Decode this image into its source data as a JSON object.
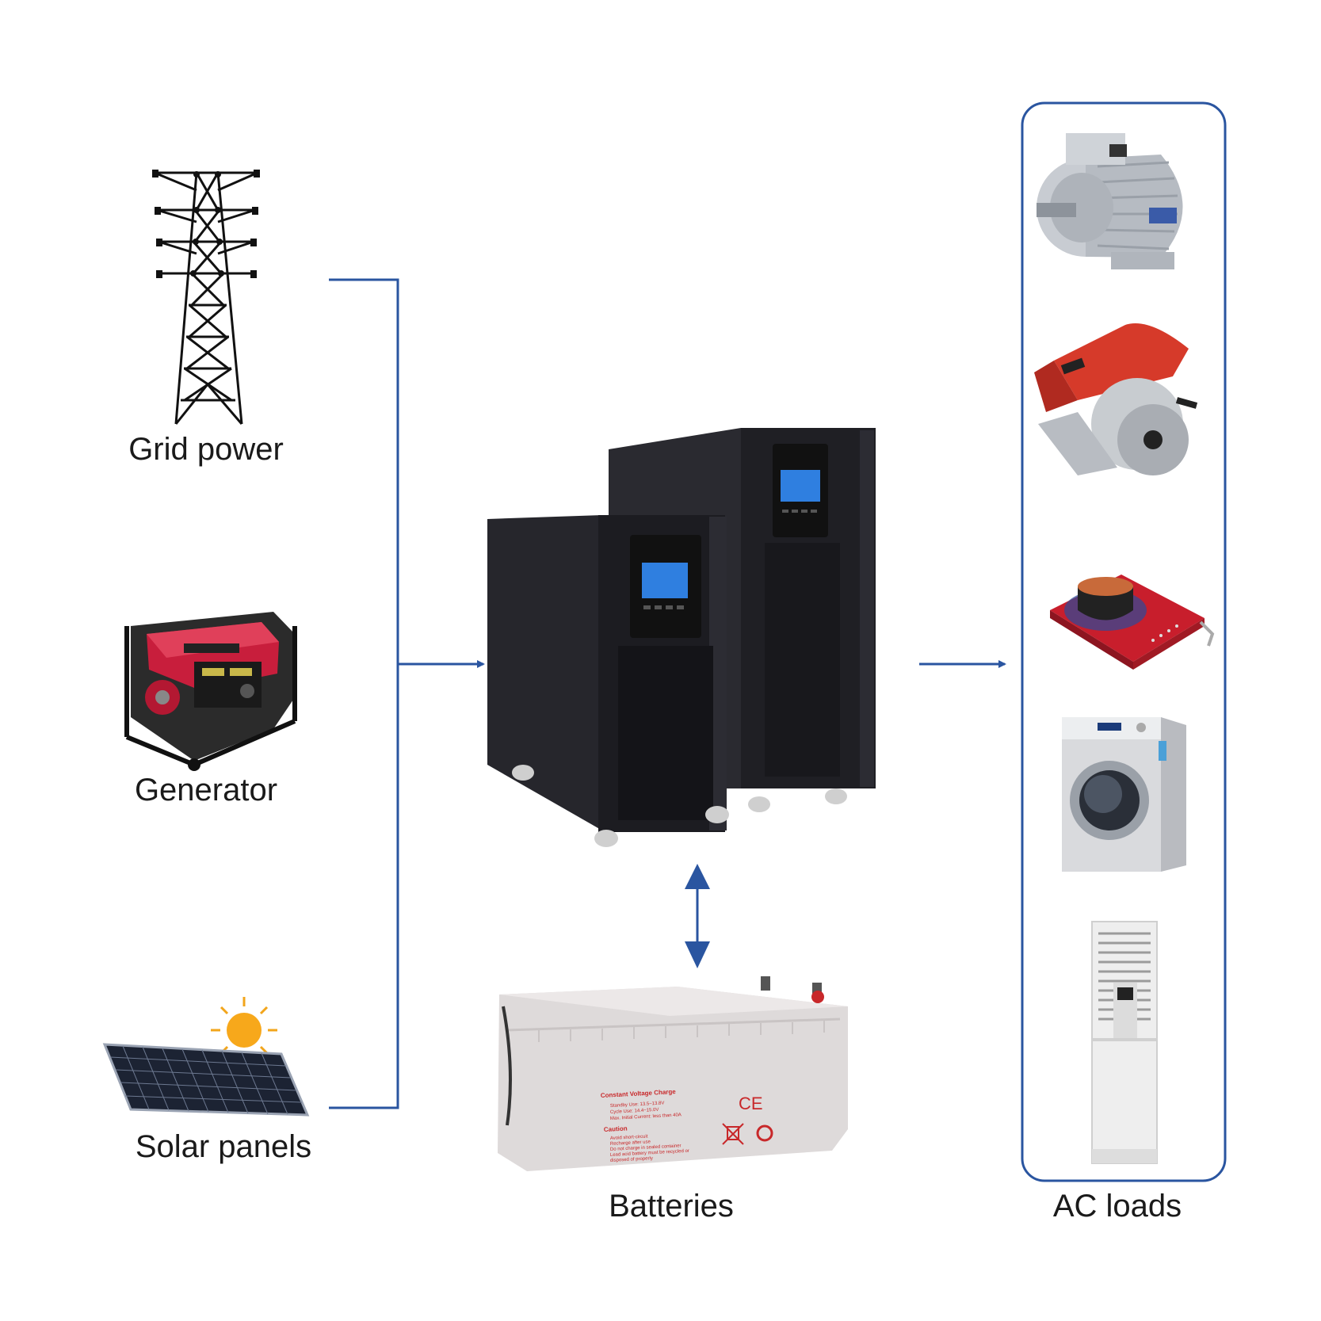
{
  "colors": {
    "connector": "#2a55a0",
    "inverter": "#1f1f24",
    "screen": "#2f7fe0",
    "battery": "#e6dede",
    "battery_text": "#c8282a",
    "generator_red": "#c81e3c"
  },
  "sources": [
    {
      "label": "Grid power",
      "icon": "transmission-tower-icon"
    },
    {
      "label": "Generator",
      "icon": "generator-icon"
    },
    {
      "label": "Solar panels",
      "icon": "solar-panel-icon"
    }
  ],
  "storage": {
    "label": "Batteries"
  },
  "loads": {
    "label": "AC loads",
    "items": [
      "electric-motor-icon",
      "marble-cutter-icon",
      "induction-cooker-icon",
      "washing-machine-icon",
      "air-conditioner-icon"
    ]
  },
  "battery_panel": {
    "heading": "Constant Voltage Charge",
    "lines": [
      "Standby Use: 13.5~13.8V",
      "Cycle Use: 14.4~15.0V",
      "Max. Initial Current: less than 40A"
    ],
    "caution_heading": "Caution",
    "caution_lines": [
      "Avoid short-circuit",
      "Recharge after use",
      "Do not charge in sealed container",
      "Lead acid battery must be recycled or",
      "disposed of properly"
    ],
    "ce_mark": "CE"
  }
}
